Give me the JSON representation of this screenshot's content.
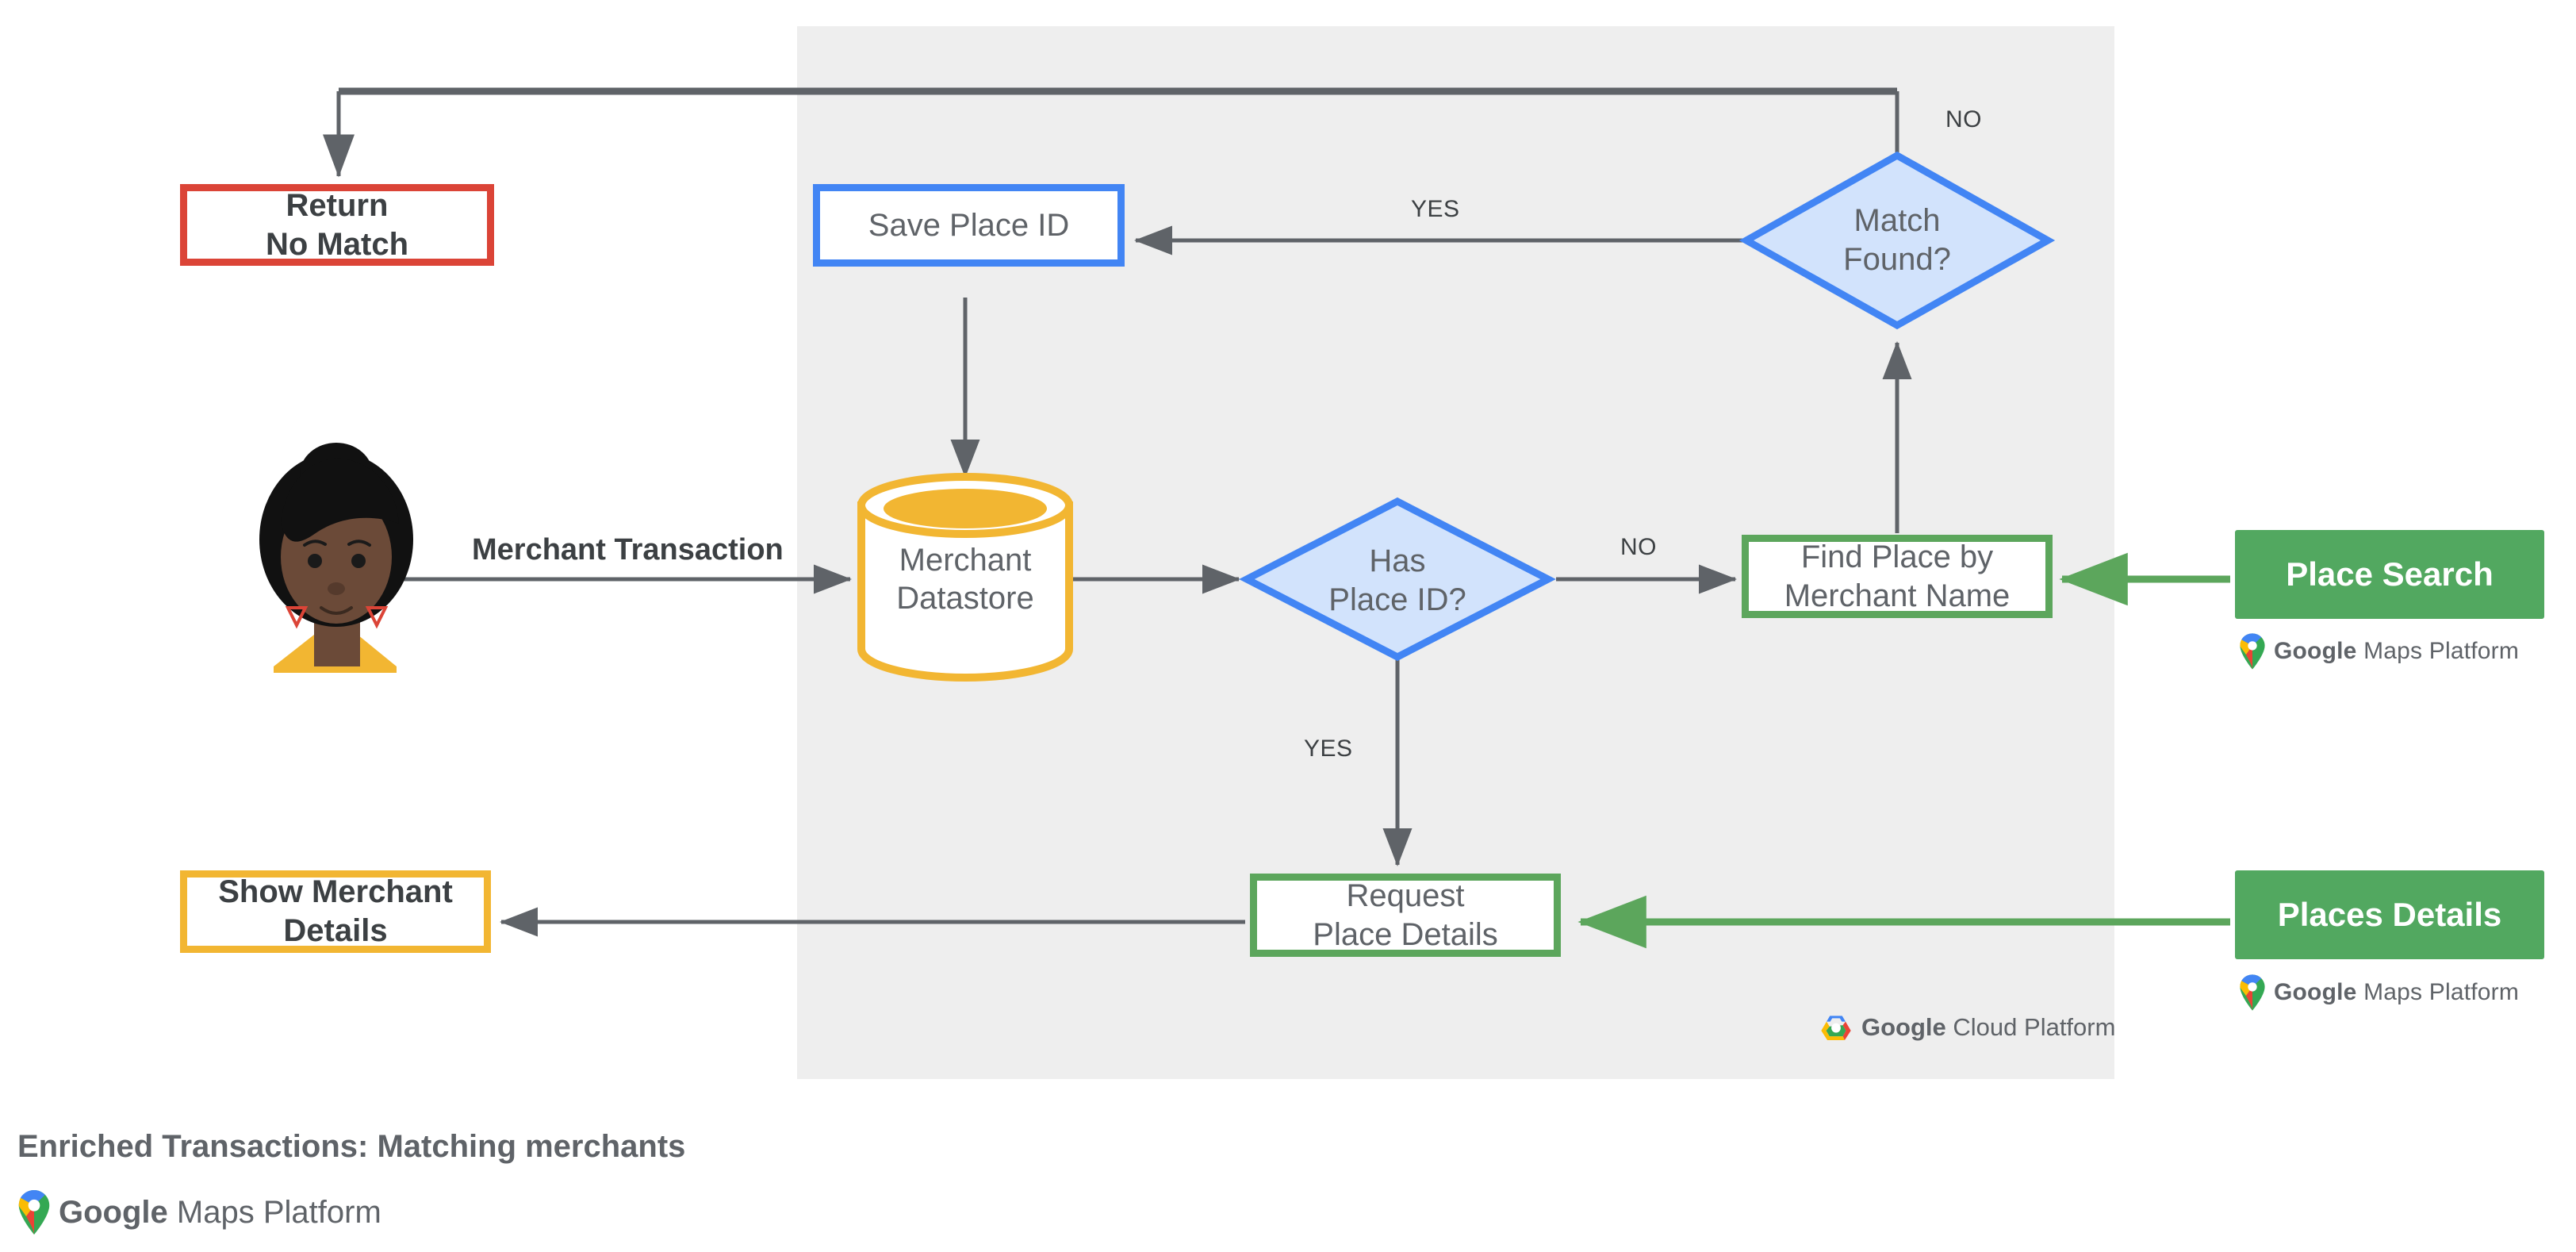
{
  "diagram": {
    "title": "Enriched Transactions: Matching merchants",
    "panel_label": "Google Cloud Platform",
    "colors": {
      "panel_bg": "#eeeeee",
      "page_bg": "#ffffff",
      "arrow_gray": "#5f6368",
      "red": "#DB4437",
      "blue": "#4285F4",
      "diamond_fill": "#D2E3FC",
      "yellow": "#F2B632",
      "green_stroke": "#5CA65C",
      "green_fill": "#52A860",
      "text": "#5f6368"
    },
    "nodes": [
      {
        "id": "return-no-match",
        "label_line1": "Return",
        "label_line2": "No Match",
        "shape": "rect",
        "accent": "#DB4437"
      },
      {
        "id": "save-place-id",
        "label_line1": "Save Place ID",
        "label_line2": "",
        "shape": "rect",
        "accent": "#4285F4"
      },
      {
        "id": "match-found",
        "label_line1": "Match",
        "label_line2": "Found?",
        "shape": "diamond",
        "accent": "#4285F4"
      },
      {
        "id": "merchant-datastore",
        "label_line1": "Merchant",
        "label_line2": "Datastore",
        "shape": "cylinder",
        "accent": "#F2B632"
      },
      {
        "id": "has-place-id",
        "label_line1": "Has",
        "label_line2": "Place ID?",
        "shape": "diamond",
        "accent": "#4285F4"
      },
      {
        "id": "find-place-by-merchant-name",
        "label_line1": "Find Place by",
        "label_line2": "Merchant Name",
        "shape": "rect",
        "accent": "#5CA65C"
      },
      {
        "id": "request-place-details",
        "label_line1": "Request",
        "label_line2": "Place Details",
        "shape": "rect",
        "accent": "#5CA65C"
      },
      {
        "id": "show-merchant-details",
        "label_line1": "Show Merchant",
        "label_line2": "Details",
        "shape": "rect",
        "accent": "#F2B632"
      },
      {
        "id": "place-search",
        "label_line1": "Place Search",
        "label_line2": "",
        "shape": "rect-filled",
        "accent": "#52A860"
      },
      {
        "id": "places-details",
        "label_line1": "Places Details",
        "label_line2": "",
        "shape": "rect-filled",
        "accent": "#52A860"
      }
    ],
    "edge_labels": {
      "merchant_transaction": "Merchant Transaction",
      "has_place_id_no": "NO",
      "has_place_id_yes": "YES",
      "match_found_yes": "YES",
      "match_found_no": "NO"
    },
    "logos": {
      "maps_platform_google": "Google",
      "maps_platform_rest": "Maps Platform",
      "cloud_platform_google": "Google",
      "cloud_platform_rest": "Cloud Platform"
    }
  }
}
